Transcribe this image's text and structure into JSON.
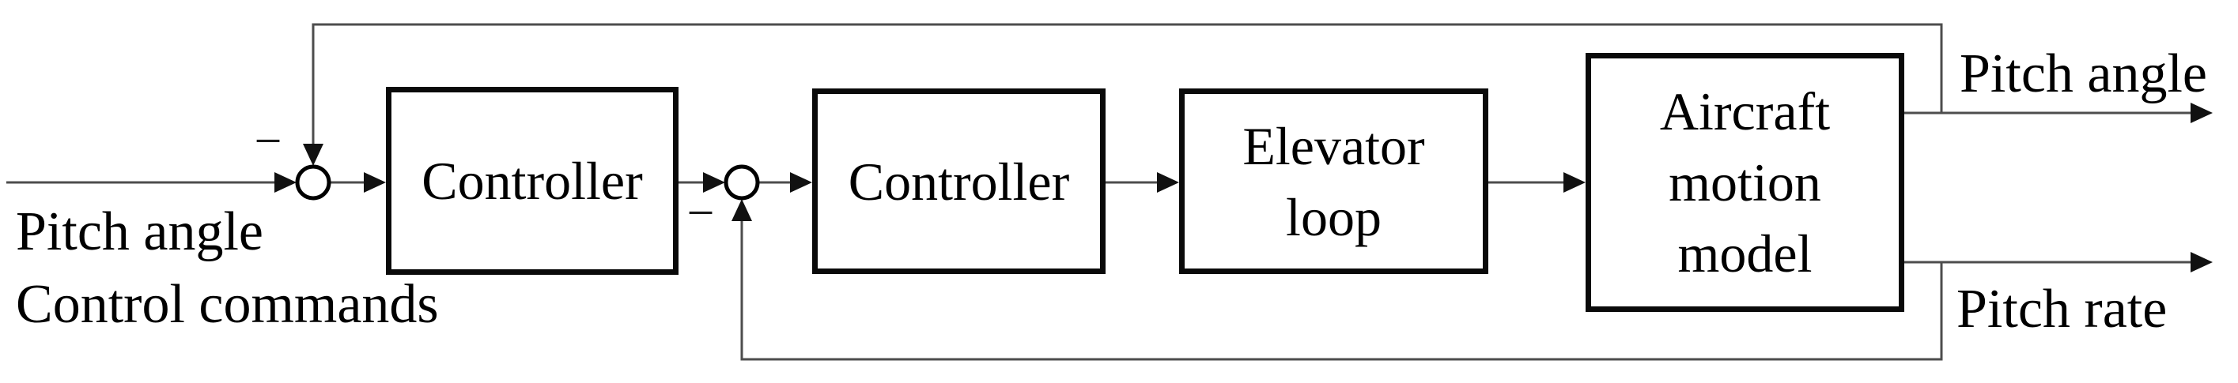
{
  "figure": {
    "kind": "control-system-block-diagram",
    "background_color": "#ffffff",
    "connector_color": "#4d4d4d",
    "block_border_color": "#0a0a0a",
    "text_color": "#000000"
  },
  "input_label": {
    "line1": "Pitch angle",
    "line2": "Control commands"
  },
  "summing_junctions": [
    {
      "id": "outer-loop-sum",
      "sign": "−"
    },
    {
      "id": "inner-loop-sum",
      "sign": "−"
    }
  ],
  "blocks": [
    {
      "id": "outer-controller",
      "label": "Controller"
    },
    {
      "id": "inner-controller",
      "label": "Controller"
    },
    {
      "id": "elevator-loop",
      "line1": "Elevator",
      "line2": "loop"
    },
    {
      "id": "aircraft-motion-model",
      "line1": "Aircraft",
      "line2": "motion",
      "line3": "model"
    }
  ],
  "output_labels": {
    "pitch_angle": "Pitch angle",
    "pitch_rate": "Pitch rate"
  }
}
